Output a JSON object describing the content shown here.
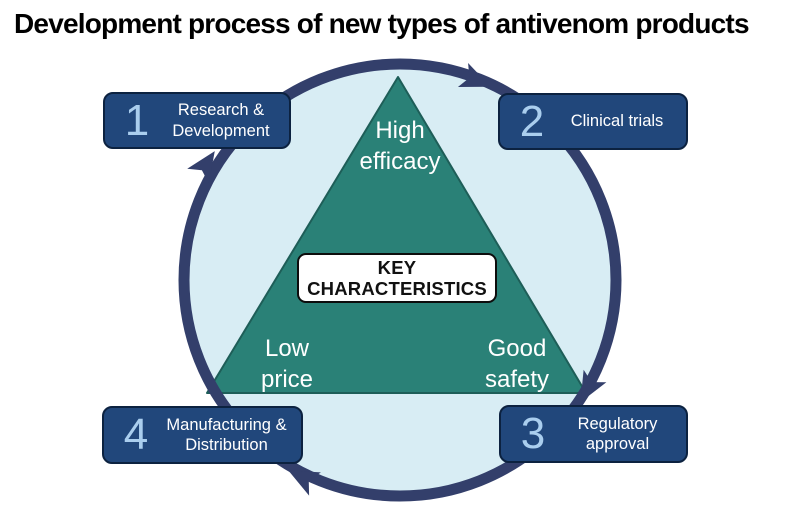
{
  "title": "Development process of new types of antivenom products",
  "diagram": {
    "center_label": "KEY CHARACTERISTICS",
    "triangle_labels": {
      "top": "High efficacy",
      "bottom_left": "Low price",
      "bottom_right": "Good safety"
    },
    "steps": [
      {
        "num": "1",
        "label": "Research & Development"
      },
      {
        "num": "2",
        "label": "Clinical trials"
      },
      {
        "num": "3",
        "label": "Regulatory approval"
      },
      {
        "num": "4",
        "label": "Manufacturing & Distribution"
      }
    ],
    "colors": {
      "ring_navy": "#333f6b",
      "box_navy": "#21477b",
      "box_border": "#0c2240",
      "number_blue": "#aaceee",
      "circle_fill": "#d8edf4",
      "triangle_teal": "#2a8177",
      "triangle_border": "#1e5e58"
    }
  }
}
